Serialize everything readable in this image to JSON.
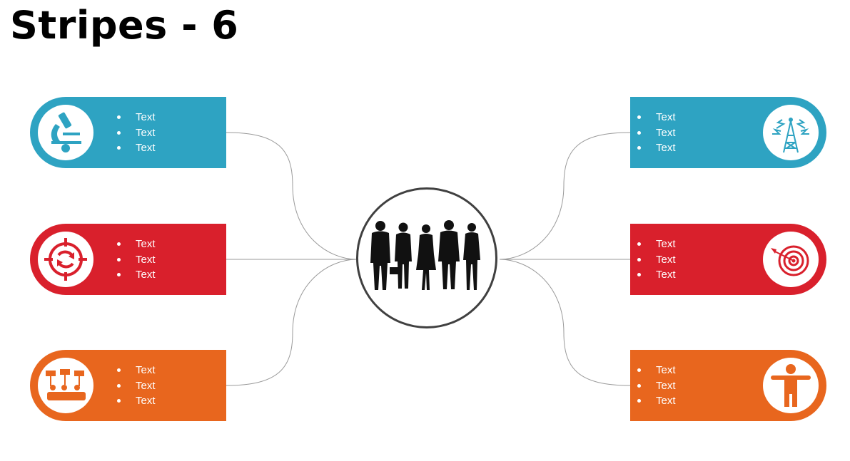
{
  "title": "Stripes - 6",
  "colors": {
    "blue": "#2ea3c2",
    "red": "#d9202c",
    "orange": "#e8661e",
    "connector": "#9a9a9a",
    "hub_border": "#404040"
  },
  "center": {
    "icon": "business-people-icon"
  },
  "stripes": {
    "left_top": {
      "icon": "microscope-icon",
      "color": "#2ea3c2",
      "items": [
        "Text",
        "Text",
        "Text"
      ]
    },
    "left_middle": {
      "icon": "target-refresh-icon",
      "color": "#d9202c",
      "items": [
        "Text",
        "Text",
        "Text"
      ]
    },
    "left_bottom": {
      "icon": "protest-crowd-icon",
      "color": "#e8661e",
      "items": [
        "Text",
        "Text",
        "Text"
      ]
    },
    "right_top": {
      "icon": "radio-tower-icon",
      "color": "#2ea3c2",
      "items": [
        "Text",
        "Text",
        "Text"
      ]
    },
    "right_middle": {
      "icon": "bullseye-icon",
      "color": "#d9202c",
      "items": [
        "Text",
        "Text",
        "Text"
      ]
    },
    "right_bottom": {
      "icon": "person-icon",
      "color": "#e8661e",
      "items": [
        "Text",
        "Text",
        "Text"
      ]
    }
  }
}
